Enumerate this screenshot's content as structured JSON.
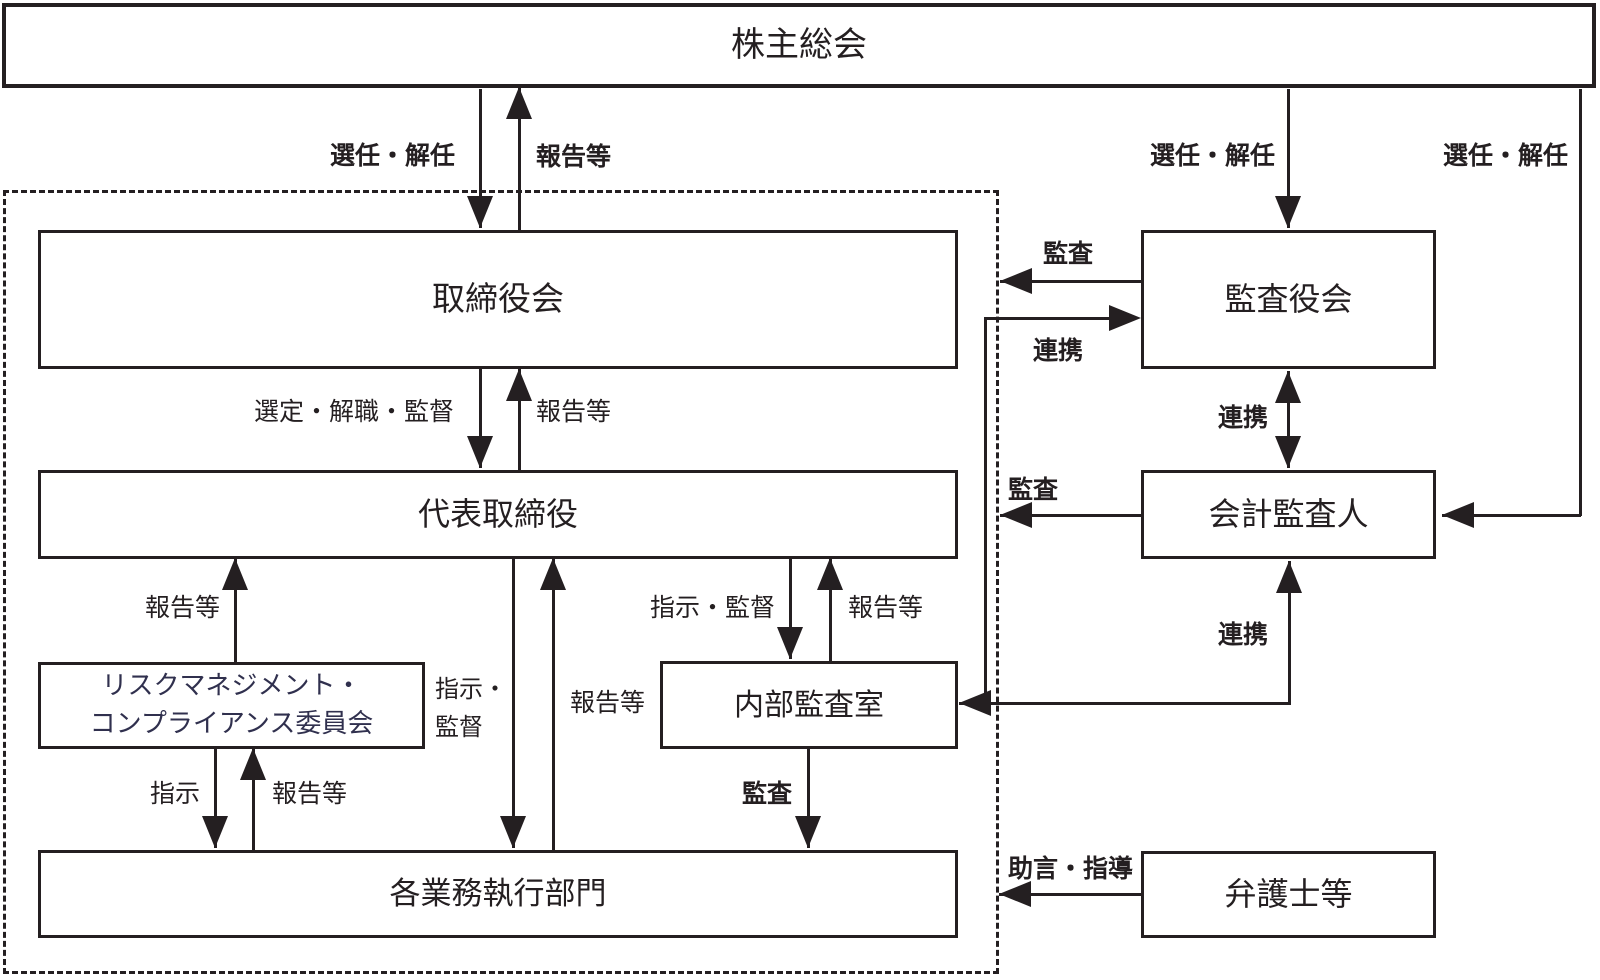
{
  "diagram": {
    "boxes": {
      "shareholders_meeting": "株主総会",
      "board_of_directors": "取締役会",
      "representative_director": "代表取締役",
      "risk_committee_line1": "リスクマネジメント・",
      "risk_committee_line2": "コンプライアンス委員会",
      "internal_audit_office": "内部監査室",
      "business_exec_departments": "各業務執行部門",
      "audit_and_supervisory_board": "監査役会",
      "accounting_auditor": "会計監査人",
      "lawyers_etc": "弁護士等"
    },
    "edge_labels": {
      "appointment_dismissal": "選任・解任",
      "reports": "報告等",
      "selection_removal_supervision": "選定・解職・監督",
      "audit": "監査",
      "cooperation": "連携",
      "instruction_supervision": "指示・監督",
      "instruction_supervision_line1": "指示・",
      "instruction_supervision_line2": "監督",
      "instruction": "指示",
      "advice_guidance": "助言・指導"
    },
    "colors": {
      "ink": "#241f21",
      "risk_committee_text": "#30304e",
      "background": "#ffffff"
    }
  }
}
